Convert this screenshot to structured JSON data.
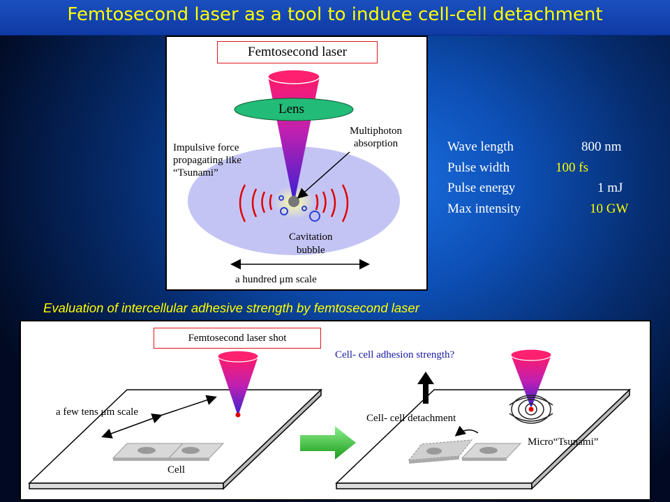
{
  "title": "Femtosecond laser as a tool to induce cell-cell detachment",
  "top_figure": {
    "laser_label": "Femtosecond laser",
    "lens_label": "Lens",
    "multiphoton_label": [
      "Multiphoton",
      "absorption"
    ],
    "impulsive_label": [
      "Impulsive force",
      "propagating like",
      "“Tsunami”"
    ],
    "cavitation_label": [
      "Cavitation",
      "bubble"
    ],
    "scale_label": "a hundred μm scale"
  },
  "specs": [
    {
      "label": "Wave length",
      "value": "800 nm",
      "value_color": "#ffffff"
    },
    {
      "label": "Pulse width",
      "value": "100 fs",
      "value_color": "#ffff00"
    },
    {
      "label": "Pulse energy",
      "value": "1 mJ",
      "value_color": "#ffffff"
    },
    {
      "label": "Max intensity",
      "value": "10 GW",
      "value_color": "#ffff00"
    }
  ],
  "section_heading": "Evaluation of intercellular adhesive strength by femtosecond laser",
  "bottom_figure": {
    "shot_label": "Femtosecond laser shot",
    "scale_label": "a few tens μm scale",
    "cell_label": "Cell",
    "question_label": "Cell- cell adhesion strength?",
    "detachment_label": "Cell- cell detachment",
    "tsunami_label": "Micro“Tsunami”"
  }
}
